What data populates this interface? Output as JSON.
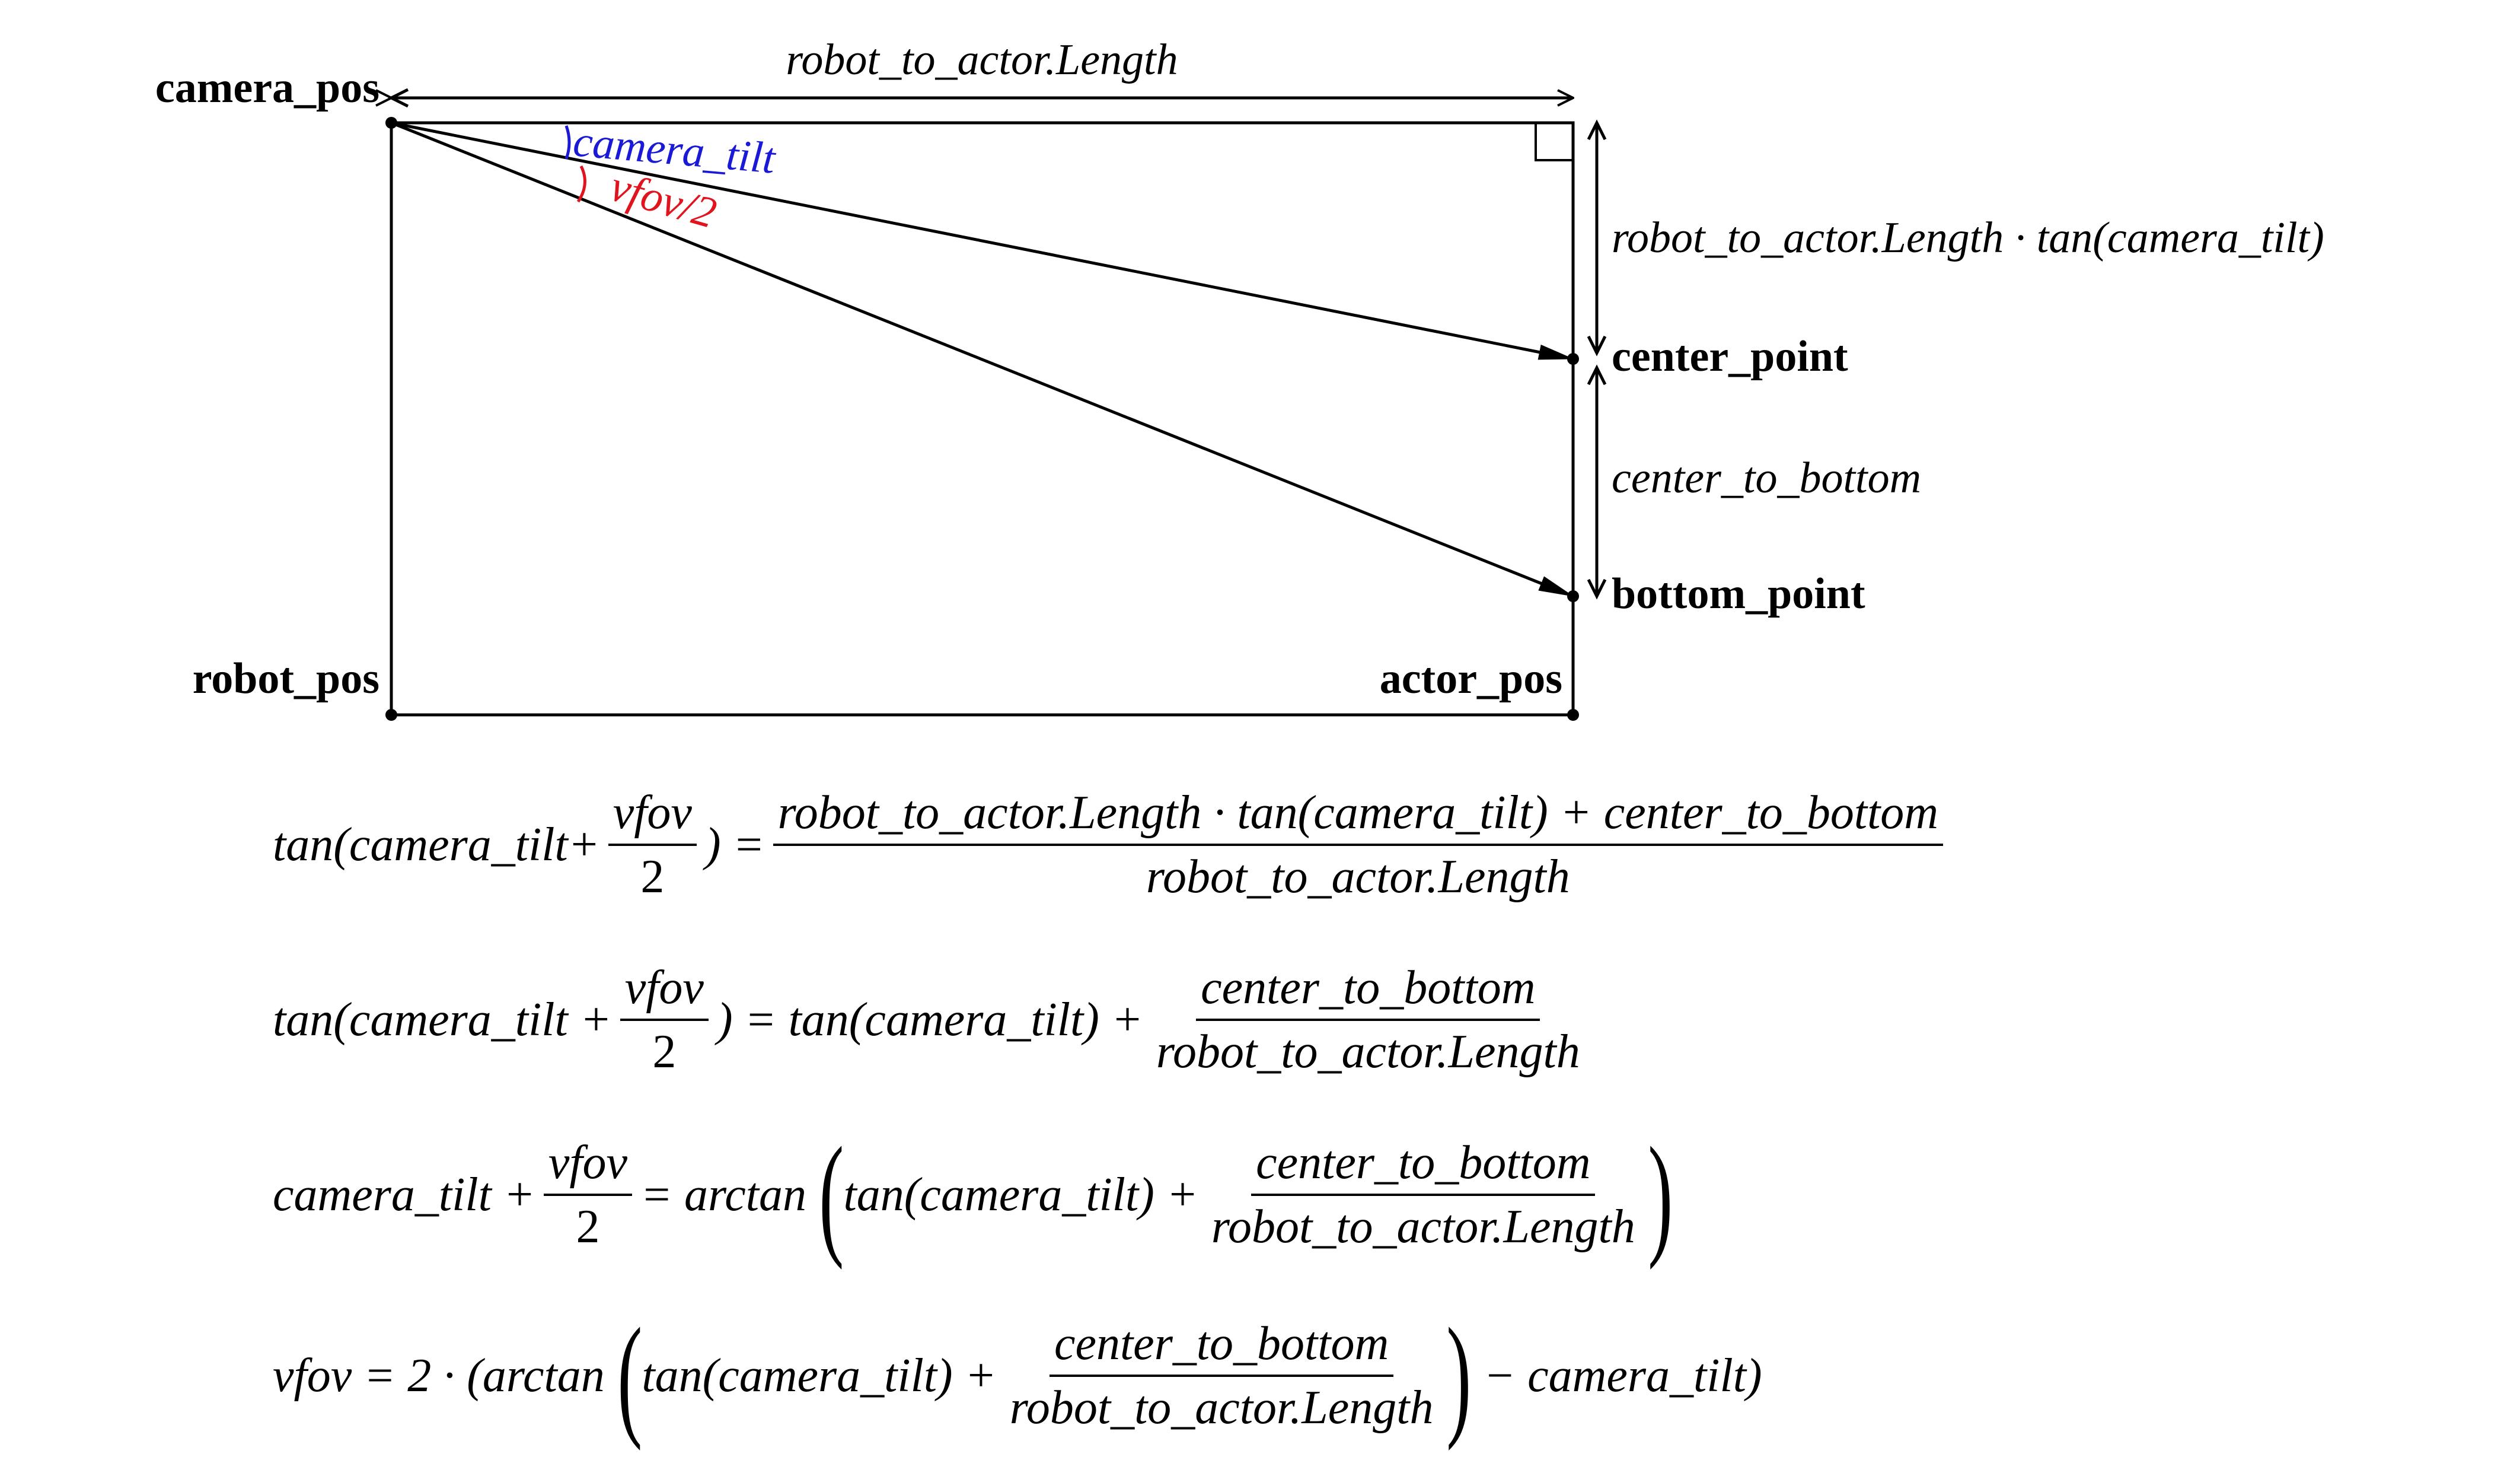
{
  "diagram": {
    "top_length_label": "robot_to_actor.Length",
    "camera_pos_label": "camera_pos",
    "robot_pos_label": "robot_pos",
    "actor_pos_label": "actor_pos",
    "center_point_label": "center_point",
    "bottom_point_label": "bottom_point",
    "camera_tilt_label": "camera_tilt",
    "vfov_half_label": "vfov/2",
    "right_top_label": "robot_to_actor.Length · tan(camera_tilt)",
    "right_bottom_label": "center_to_bottom",
    "colors": {
      "camera_tilt": "#1a1ad6",
      "vfov": "#e0141e",
      "lines": "#000000"
    }
  },
  "equations": {
    "eq1": {
      "lhs_a": "tan(camera_tilt+",
      "lhs_num": "vfov",
      "lhs_den": "2",
      "lhs_b": ") =",
      "rhs_num": "robot_to_actor.Length · tan(camera_tilt) + center_to_bottom",
      "rhs_den": "robot_to_actor.Length"
    },
    "eq2": {
      "lhs_a": "tan(camera_tilt +",
      "lhs_num": "vfov",
      "lhs_den": "2",
      "lhs_b": ") = tan(camera_tilt) +",
      "rhs_num": "center_to_bottom",
      "rhs_den": "robot_to_actor.Length"
    },
    "eq3": {
      "lhs_a": "camera_tilt +",
      "lhs_num": "vfov",
      "lhs_den": "2",
      "lhs_b": "= arctan",
      "inner_a": "tan(camera_tilt) +",
      "rhs_num": "center_to_bottom",
      "rhs_den": "robot_to_actor.Length"
    },
    "eq4": {
      "lhs_a": "vfov = 2 · (arctan",
      "inner_a": "tan(camera_tilt) +",
      "rhs_num": "center_to_bottom",
      "rhs_den": "robot_to_actor.Length",
      "tail": "− camera_tilt)"
    }
  }
}
